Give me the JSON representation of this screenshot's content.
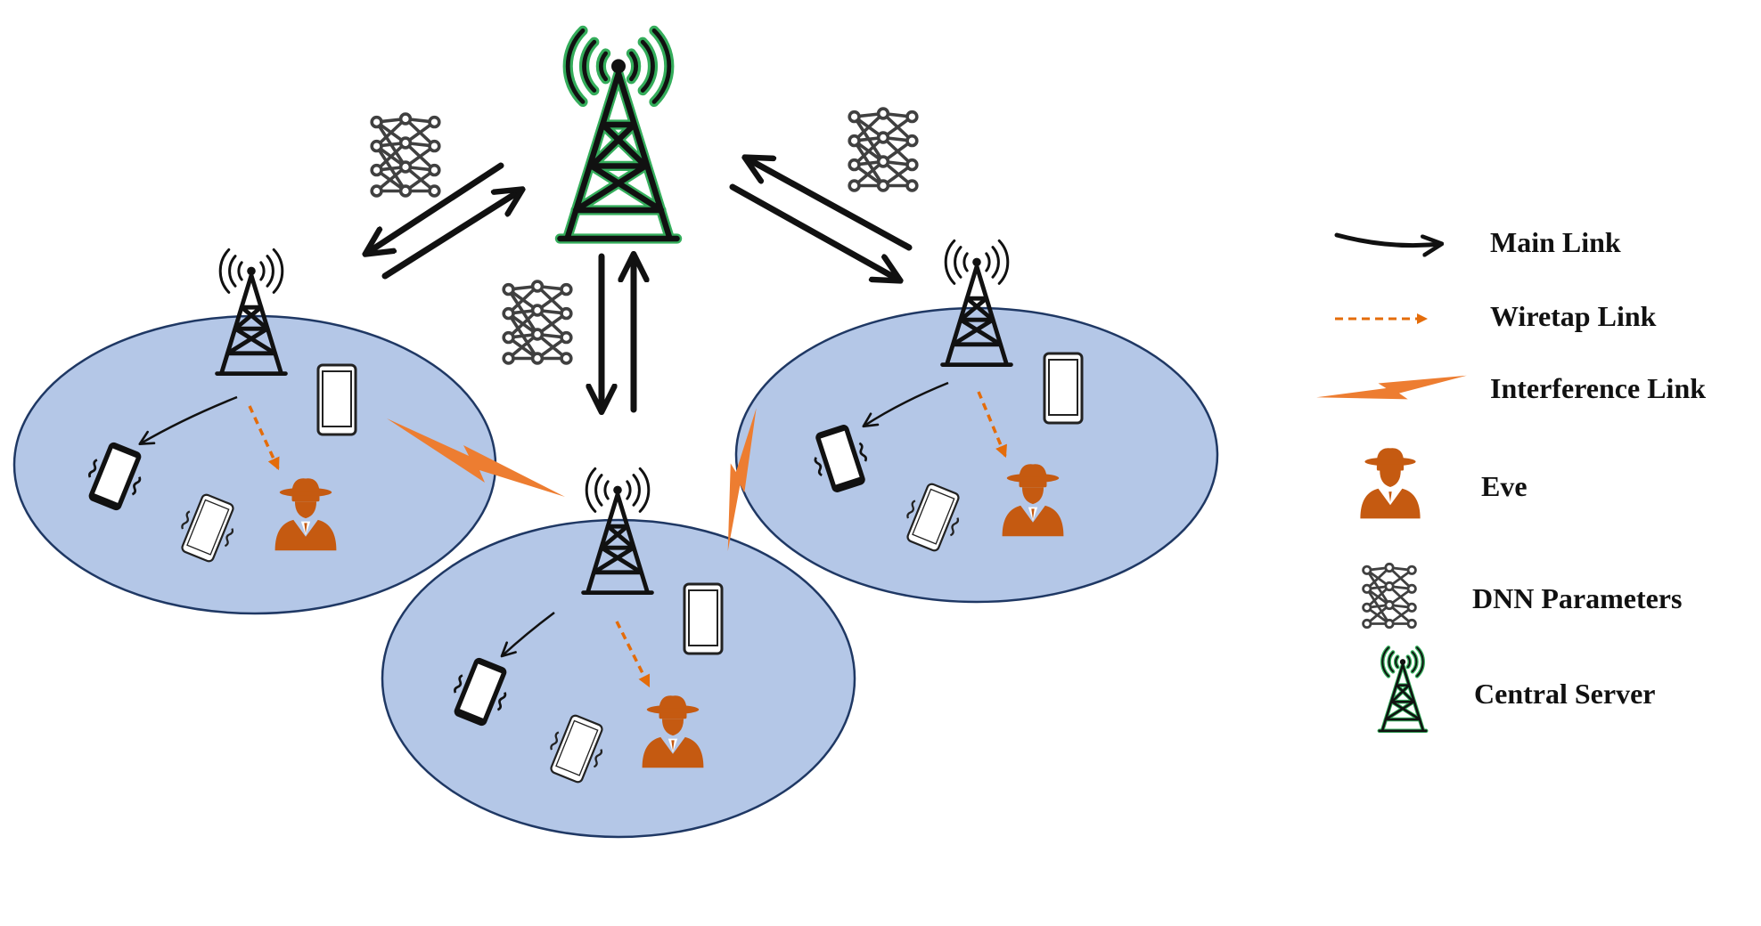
{
  "colors": {
    "cell_fill": "#b4c7e7",
    "cell_stroke": "#1f3864",
    "tower": "#111111",
    "central_glow": "#1fa54a",
    "eve": "#c55a11",
    "wiretap": "#e46c0a",
    "interference": "#ed7d31",
    "nn": "#404040"
  },
  "legend": {
    "main_link": "Main Link",
    "wiretap_link": "Wiretap Link",
    "interference_link": "Interference Link",
    "eve": "Eve",
    "dnn_parameters": "DNN Parameters",
    "central_server": "Central Server"
  },
  "icons": {
    "tower": "cell-tower-icon",
    "phone": "smartphone-icon",
    "eve": "eavesdropper-icon",
    "dnn": "neural-network-icon",
    "central": "central-server-tower-icon"
  }
}
